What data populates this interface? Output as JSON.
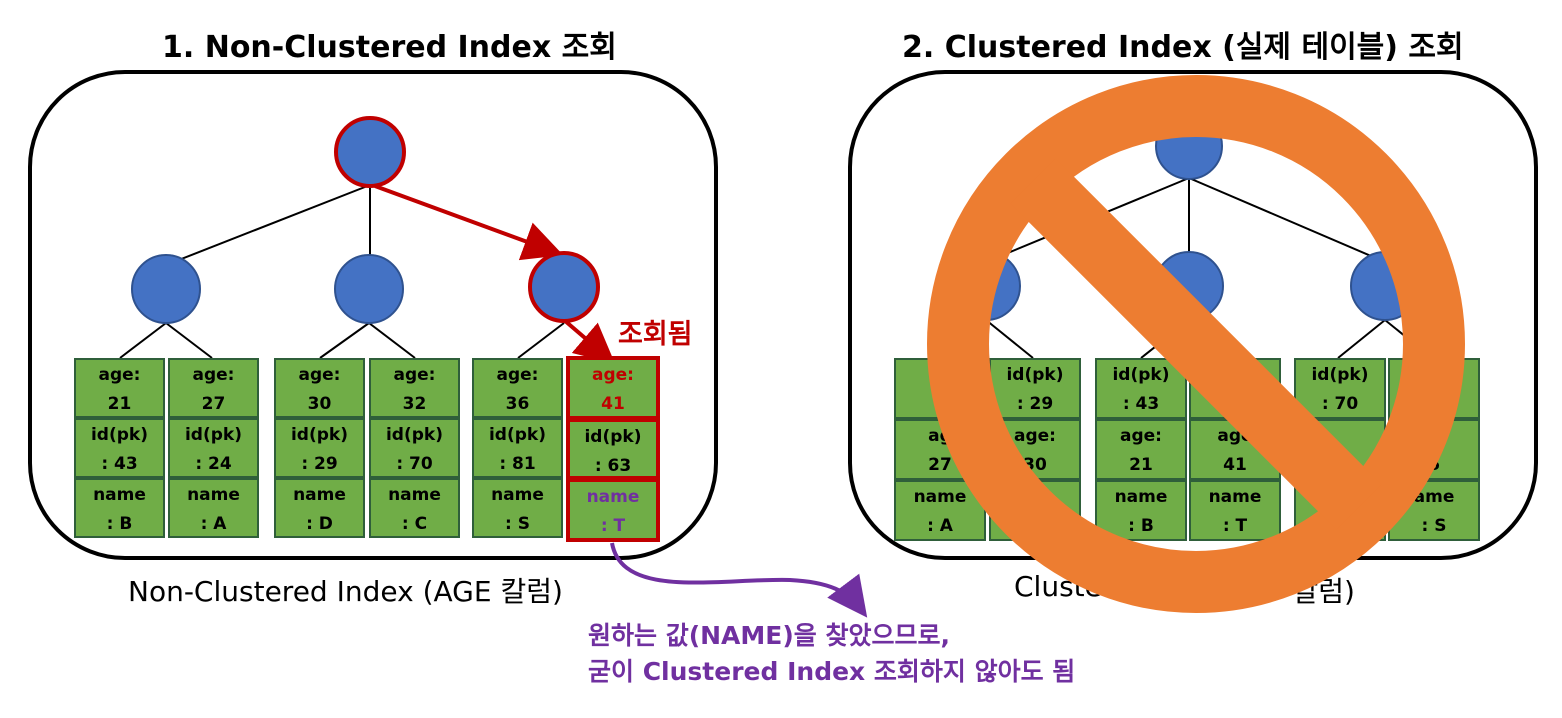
{
  "left": {
    "title": "1. Non-Clustered Index 조회",
    "caption": "Non-Clustered Index (AGE 칼럼)",
    "found_label": "조회됨",
    "leaves": [
      {
        "r1a": "age:",
        "r1b": "21",
        "r2a": "id(pk)",
        "r2b": ": 43",
        "r3a": "name",
        "r3b": ": B"
      },
      {
        "r1a": "age:",
        "r1b": "27",
        "r2a": "id(pk)",
        "r2b": ": 24",
        "r3a": "name",
        "r3b": ": A"
      },
      {
        "r1a": "age:",
        "r1b": "30",
        "r2a": "id(pk)",
        "r2b": ": 29",
        "r3a": "name",
        "r3b": ": D"
      },
      {
        "r1a": "age:",
        "r1b": "32",
        "r2a": "id(pk)",
        "r2b": ": 70",
        "r3a": "name",
        "r3b": ": C"
      },
      {
        "r1a": "age:",
        "r1b": "36",
        "r2a": "id(pk)",
        "r2b": ": 81",
        "r3a": "name",
        "r3b": ": S"
      },
      {
        "r1a": "age:",
        "r1b": "41",
        "r2a": "id(pk)",
        "r2b": ": 63",
        "r3a": "name",
        "r3b": ": T"
      }
    ]
  },
  "right": {
    "title": "2. Clustered Index (실제 테이블) 조회",
    "caption_left": "Cluste",
    "caption_right": "D 칼럼)",
    "leaves": [
      {
        "r1a": "id",
        "r1b": ":",
        "r2a": "ag",
        "r2b": "27",
        "r3a": "name",
        "r3b": ": A"
      },
      {
        "r1a": "id(pk)",
        "r1b": ": 29",
        "r2a": "age:",
        "r2b": "30",
        "r3a": "",
        "r3b": ""
      },
      {
        "r1a": "id(pk)",
        "r1b": ": 43",
        "r2a": "age:",
        "r2b": "21",
        "r3a": "name",
        "r3b": ": B"
      },
      {
        "r1a": "",
        "r1b": "",
        "r2a": "age",
        "r2b": "41",
        "r3a": "name",
        "r3b": ": T"
      },
      {
        "r1a": "id(pk)",
        "r1b": ": 70",
        "r2a": "",
        "r2b": "",
        "r3a": "",
        "r3b": ""
      },
      {
        "r1a": ")",
        "r1b": "",
        "r2a": ":",
        "r2b": "6",
        "r3a": "ame",
        "r3b": ": S"
      }
    ]
  },
  "note": {
    "line1": "원하는 값(NAME)을 찾았으므로,",
    "line2": "굳이 Clustered Index 조회하지 않아도 됨"
  },
  "colors": {
    "node": "#4472c4",
    "leaf": "#70ad47",
    "highlight": "#c00000",
    "note": "#7030a0",
    "prohibit": "#ed7d31"
  }
}
